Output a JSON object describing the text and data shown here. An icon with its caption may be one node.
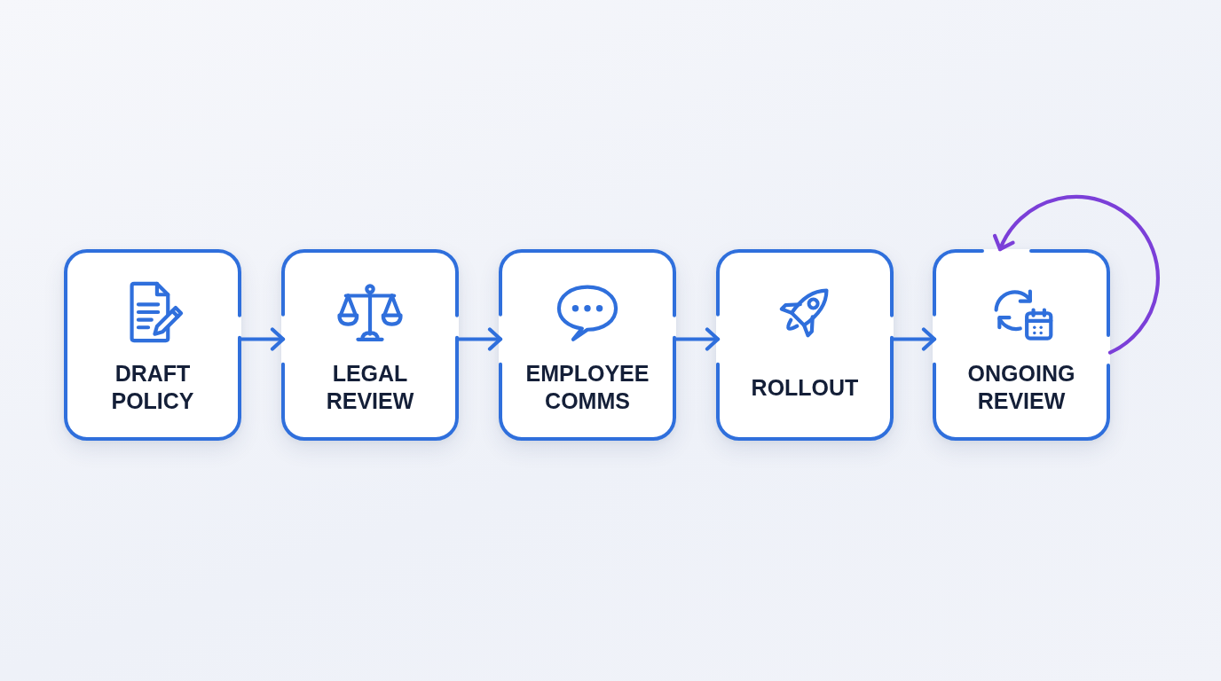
{
  "diagram": {
    "nodes": [
      {
        "text": [
          "DRAFT POLICY"
        ]
      },
      {
        "text": [
          "LEGAL REVIEW"
        ]
      },
      {
        "text": [
          "EMPLOYEE COMMS"
        ]
      },
      {
        "text": [
          "ROLLOUT"
        ]
      },
      {
        "text": [
          "ONGOING REVIEW"
        ]
      }
    ],
    "edges": [
      {
        "from": 0,
        "to": 1,
        "arrow": "to"
      },
      {
        "from": 1,
        "to": 2,
        "arrow": "to"
      },
      {
        "from": 2,
        "to": 3,
        "arrow": "to"
      },
      {
        "from": 3,
        "to": 4,
        "arrow": "to"
      },
      {
        "from": 4,
        "to": 4,
        "arrow": "to",
        "color": "#7b3fd8"
      }
    ]
  }
}
